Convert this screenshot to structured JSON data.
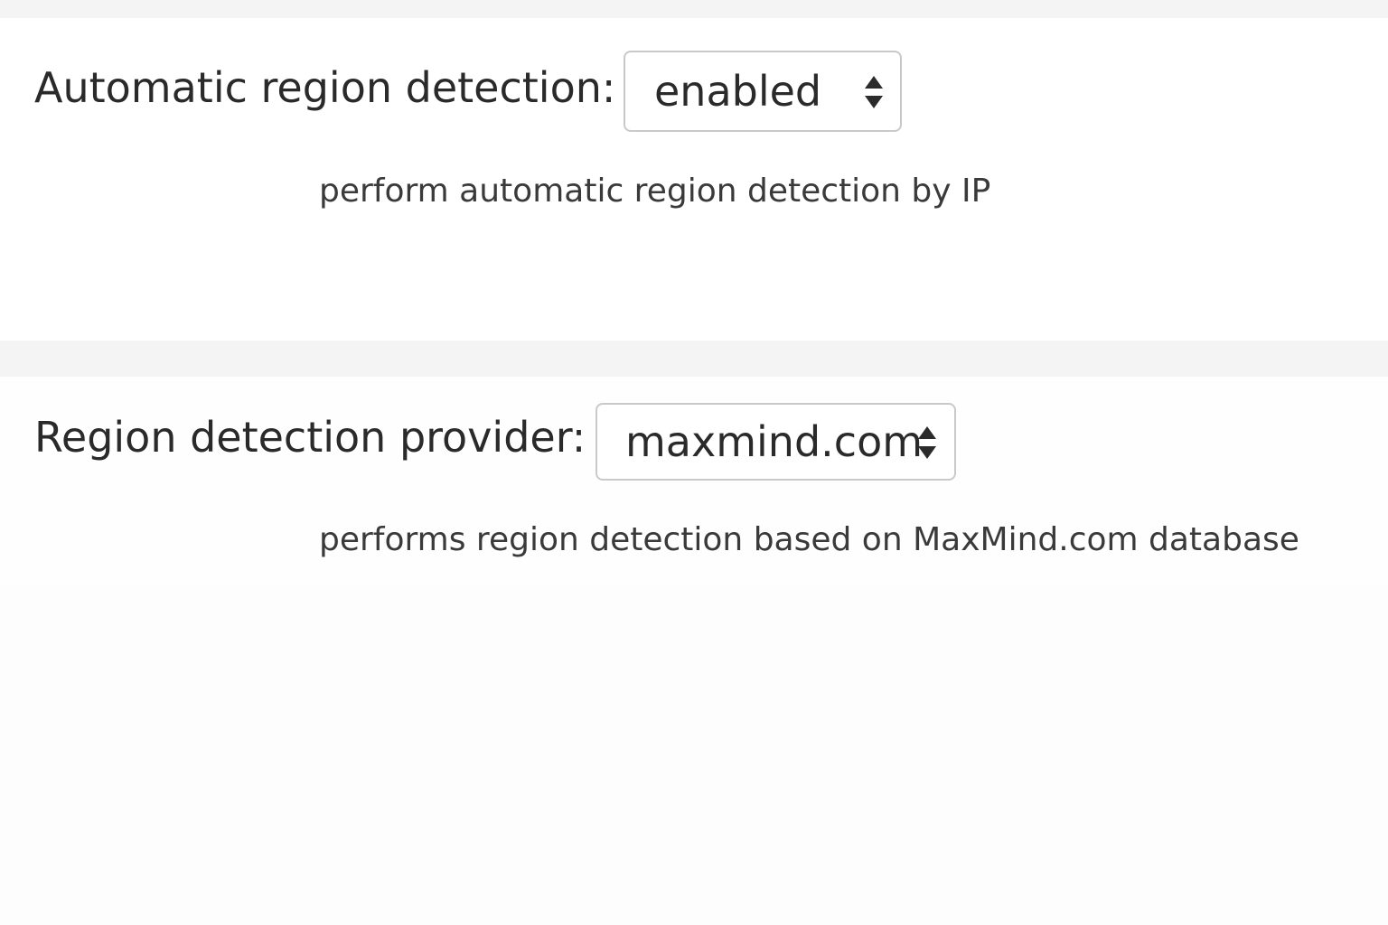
{
  "settings": {
    "region_detection": {
      "label": "Automatic region detection:",
      "selected": "enabled",
      "help": "perform automatic region detection by IP"
    },
    "region_provider": {
      "label": "Region detection provider:",
      "selected": "maxmind.com",
      "help": "performs region detection based on MaxMind.com database"
    }
  },
  "icons": {
    "select_arrows": "chevron-updown-icon"
  },
  "colors": {
    "text": "#2a2a2a",
    "help_text": "#3a3a3a",
    "select_border": "#c9c9c9",
    "divider_band": "#f4f4f4"
  }
}
